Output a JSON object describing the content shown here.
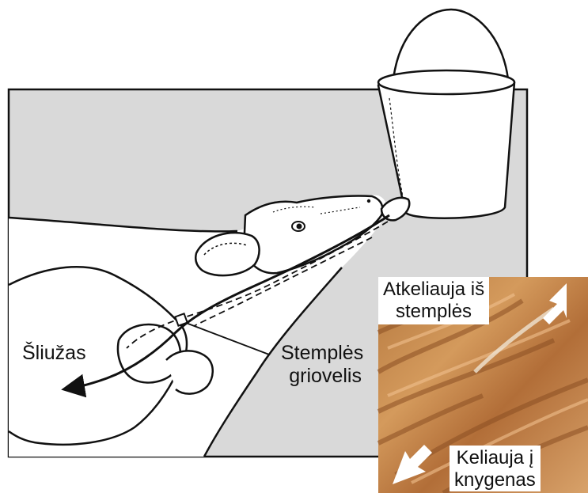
{
  "labels": {
    "abomasum": "Šliužas",
    "groove_line1": "Stemplės",
    "groove_line2": "griovelis"
  },
  "photo": {
    "top_label_line1": "Atkeliauja iš",
    "top_label_line2": "stemplės",
    "bottom_label_line1": "Keliauja į",
    "bottom_label_line2": "knygenas"
  },
  "colors": {
    "background_panel": "#d9d9d9",
    "outline": "#111111",
    "photo_tissue": "#c98b52",
    "arrow": "#ffffff"
  }
}
